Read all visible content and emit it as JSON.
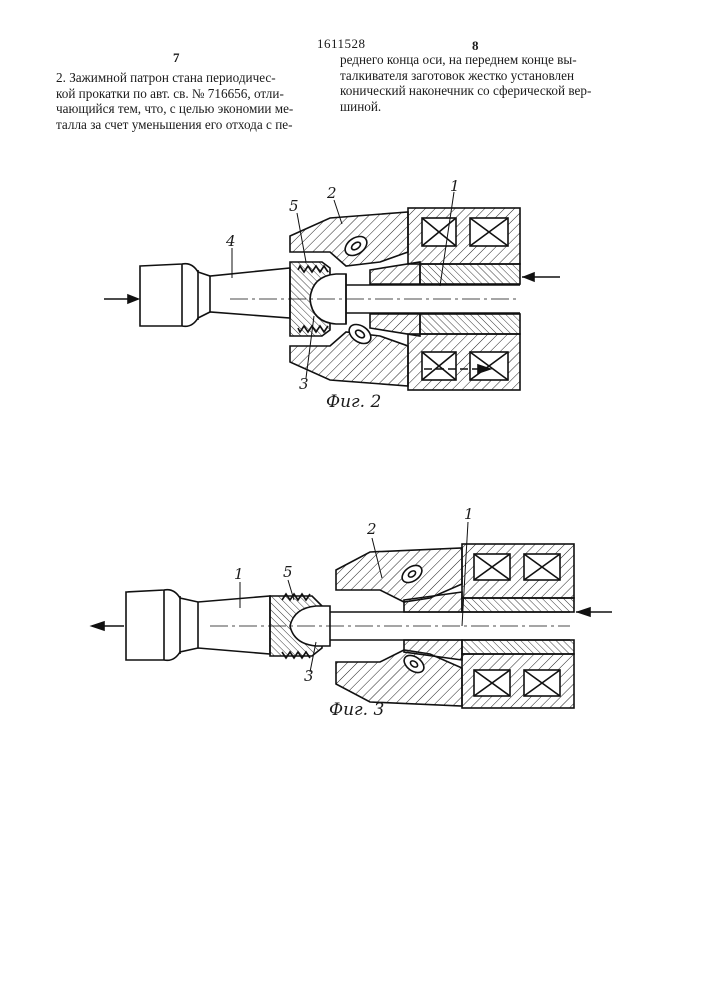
{
  "header": {
    "patent_number": "1611528",
    "page_left": "7",
    "page_right": "8"
  },
  "left_column": {
    "lines": [
      "2. Зажимной патрон стана периодичес-",
      "кой прокатки по авт. св. № 716656, отли-",
      "чающийся тем, что, с целью экономии ме-",
      "талла за счет уменьшения его отхода с пе-"
    ]
  },
  "right_column": {
    "lines": [
      "реднего конца оси, на переднем конце вы-",
      "талкивателя заготовок жестко установлен",
      "конический наконечник со сферической вер-",
      "шиной."
    ]
  },
  "figure2": {
    "caption": "Фиг. 2",
    "labels": [
      "1",
      "2",
      "3",
      "4",
      "5"
    ]
  },
  "figure3": {
    "caption": "Фиг. 3",
    "labels": [
      "1",
      "1",
      "2",
      "3",
      "5"
    ]
  }
}
